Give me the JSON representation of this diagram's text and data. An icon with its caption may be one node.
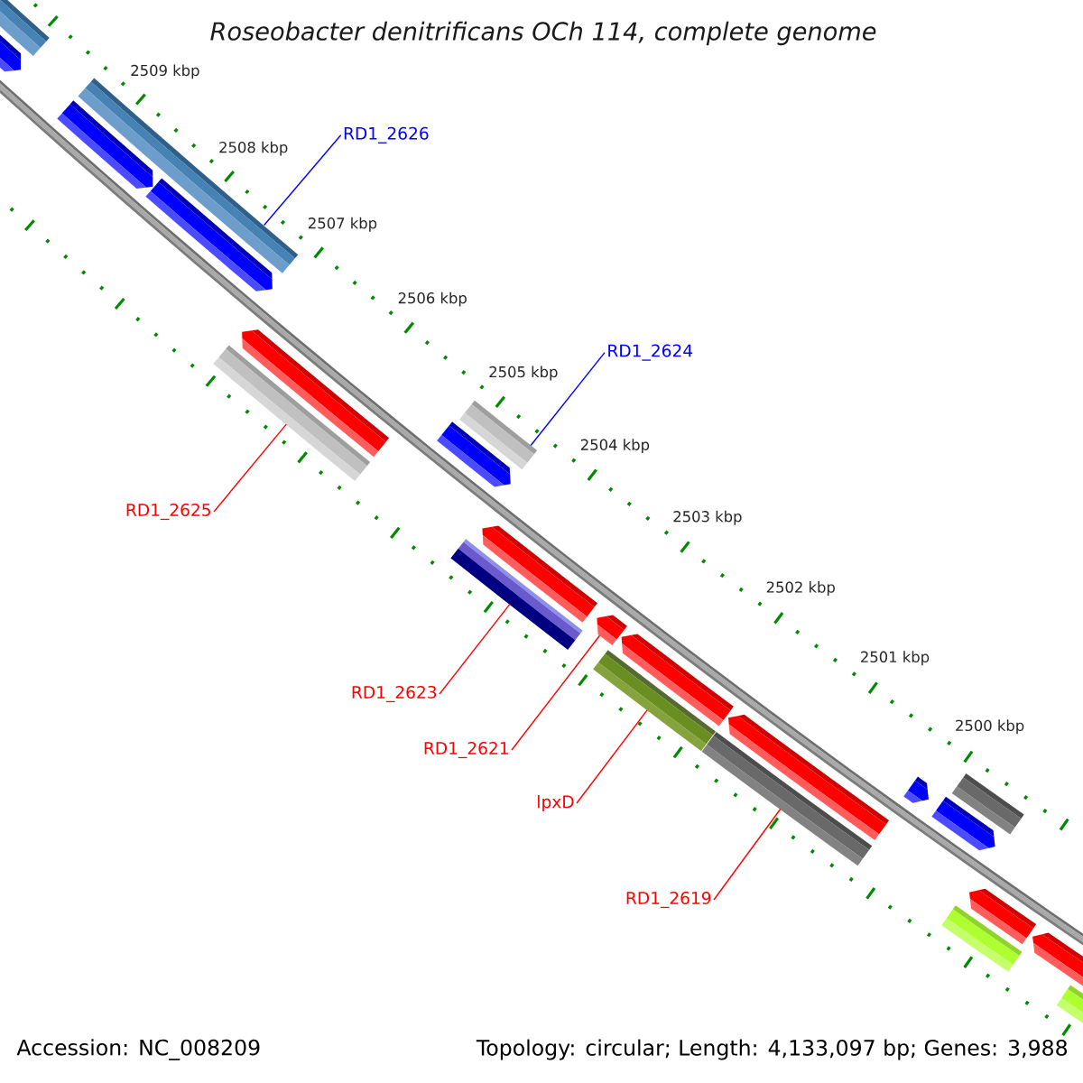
{
  "diagram": {
    "title": "Roseobacter denitrificans OCh 114, complete genome",
    "nodes": [
      {
        "text": [
          "RD1_2626"
        ]
      },
      {
        "text": [],
        "shape": "bar"
      },
      {
        "text": [
          "RD1_2624"
        ]
      },
      {
        "text": [],
        "shape": "bar"
      },
      {
        "text": [
          "RD1_2625"
        ]
      },
      {
        "text": [],
        "shape": "bar"
      },
      {
        "text": [
          "RD1_2623"
        ]
      },
      {
        "text": [],
        "shape": "bar"
      },
      {
        "text": [
          "RD1_2621"
        ]
      },
      {
        "text": [],
        "shape": "pentagon"
      },
      {
        "text": [
          "lpxD"
        ]
      },
      {
        "text": [],
        "shape": "bar"
      },
      {
        "text": [
          "RD1_2619"
        ]
      },
      {
        "text": [],
        "shape": "bar"
      }
    ],
    "edges": [
      {
        "from": 0,
        "to": 1,
        "arrow": "none",
        "color": "#0000ff"
      },
      {
        "from": 2,
        "to": 3,
        "arrow": "none",
        "color": "#0000ff"
      },
      {
        "from": 4,
        "to": 5,
        "arrow": "none"
      },
      {
        "from": 6,
        "to": 7,
        "arrow": "none"
      },
      {
        "from": 8,
        "to": 9,
        "arrow": "none"
      },
      {
        "from": 10,
        "to": 11,
        "arrow": "none"
      },
      {
        "from": 12,
        "to": 13,
        "arrow": "none"
      }
    ],
    "labels": [
      "2509 kbp",
      "2508 kbp",
      "2507 kbp",
      "2506 kbp",
      "2505 kbp",
      "2504 kbp",
      "2503 kbp",
      "2502 kbp",
      "2501 kbp",
      "2500 kbp",
      "Accession: NC_008209",
      "Topology: circular; Length: 4,133,097 bp; Genes: 3,988"
    ]
  }
}
